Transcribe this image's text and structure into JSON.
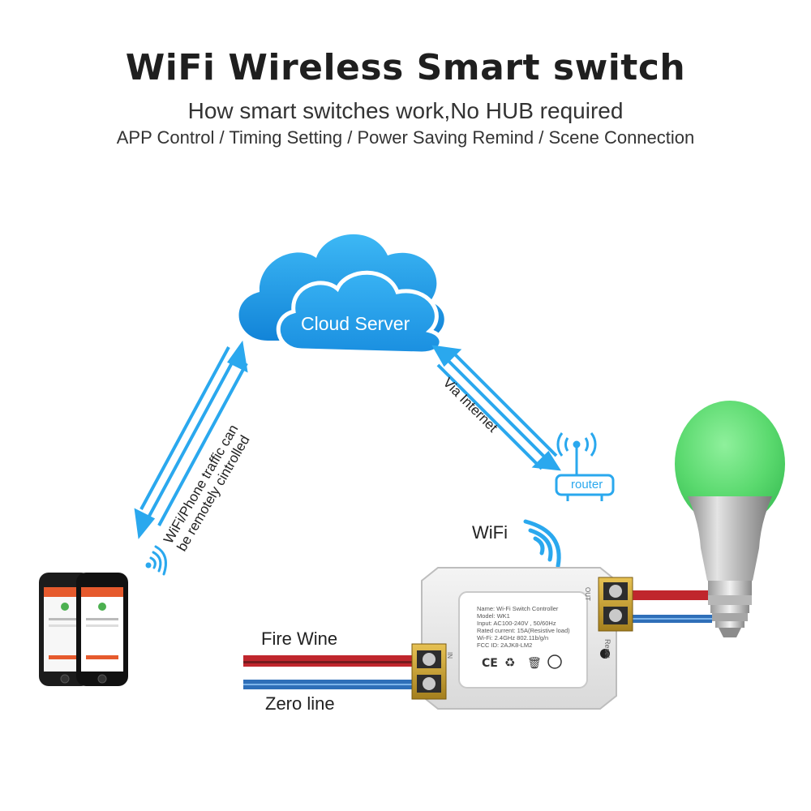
{
  "header": {
    "title": "WiFi Wireless Smart switch",
    "subtitle": "How smart switches work,No HUB required",
    "features": "APP Control / Timing Setting / Power Saving Remind / Scene Connection"
  },
  "diagram": {
    "cloud_label": "Cloud Server",
    "phone_link_line1": "WiFi/Phone traffic can",
    "phone_link_line2": "be remotely cintrolled",
    "internet_label": "Via Internet",
    "router_label": "router",
    "wifi_label": "WiFi",
    "fire_wire_label": "Fire Wine",
    "zero_line_label": "Zero line"
  },
  "device_label": {
    "name": "Name: Wi-Fi Switch Controller",
    "model": "Model: WK1",
    "input": "Input: AC100-240V , 50/60Hz",
    "rated": "Rated current: 15A(Resistive load)",
    "wifi": "Wi-Fi: 2.4GHz 802.11b/g/n",
    "fcc": "FCC ID: 2AJK8-LM2",
    "reset": "Reset",
    "in_terminal": "IN",
    "out_terminal": "OUT"
  },
  "colors": {
    "cloud_blue": "#1e9fe6",
    "arrow_blue": "#2aa8ee",
    "fire_red": "#c0262d",
    "zero_blue": "#2f6fb8",
    "bulb_green": "#5fe07a"
  }
}
